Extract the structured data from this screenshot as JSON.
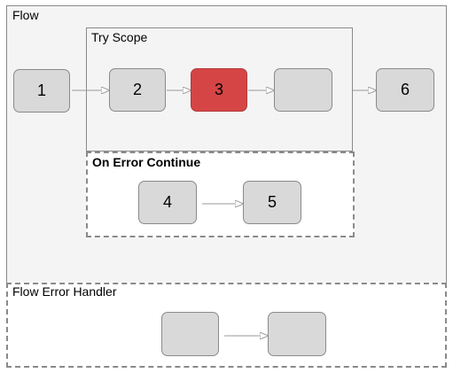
{
  "flow": {
    "label": "Flow"
  },
  "try_scope": {
    "label": "Try Scope"
  },
  "on_error": {
    "label": "On Error Continue"
  },
  "error_handler": {
    "label": "Flow Error Handler"
  },
  "nodes": {
    "n1": {
      "label": "1"
    },
    "n2": {
      "label": "2"
    },
    "n3": {
      "label": "3",
      "color": "#d64545"
    },
    "n_empty_try": {
      "label": ""
    },
    "n6": {
      "label": "6"
    },
    "n4": {
      "label": "4"
    },
    "n5": {
      "label": "5"
    },
    "n_handler_a": {
      "label": ""
    },
    "n_handler_b": {
      "label": ""
    }
  },
  "colors": {
    "node_fill": "#d9d9d9",
    "error_fill": "#d64545",
    "border": "#8a8a8a",
    "container_fill": "#f4f4f4"
  }
}
